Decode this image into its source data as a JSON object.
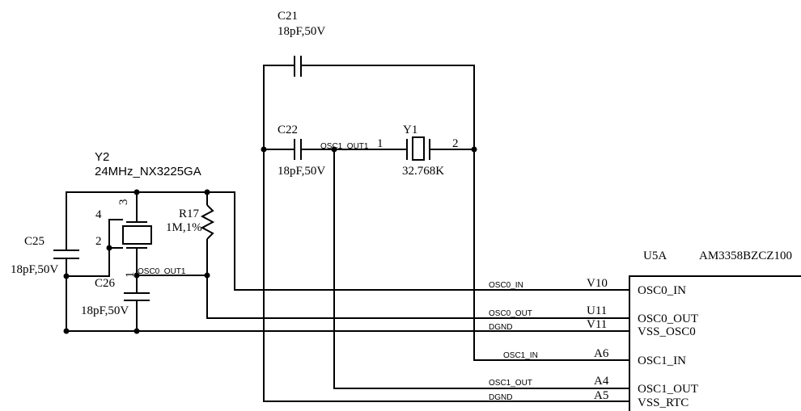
{
  "components": {
    "c21": {
      "ref": "C21",
      "value": "18pF,50V"
    },
    "c22": {
      "ref": "C22",
      "value": "18pF,50V"
    },
    "y1": {
      "ref": "Y1",
      "value": "32.768K",
      "pin1": "1",
      "pin2": "2"
    },
    "y2": {
      "ref": "Y2",
      "value": "24MHz_NX3225GA",
      "pin1": "1",
      "pin2": "2",
      "pin3": "3",
      "pin4": "4"
    },
    "r17": {
      "ref": "R17",
      "value": "1M,1%"
    },
    "c25": {
      "ref": "C25",
      "value": "18pF,50V"
    },
    "c26": {
      "ref": "C26",
      "value": "18pF,50V"
    },
    "u5a": {
      "ref": "U5A",
      "part": "AM3358BZCZ100"
    }
  },
  "nets": {
    "osc1_out1": "OSC1_OUT1",
    "osc0_out1": "OSC0_OUT1"
  },
  "ic_pins": [
    {
      "net": "OSC0_IN",
      "pin": "V10",
      "name": "OSC0_IN"
    },
    {
      "net": "OSC0_OUT",
      "pin": "U11",
      "name": "OSC0_OUT"
    },
    {
      "net": "DGND",
      "pin": "V11",
      "name": "VSS_OSC0"
    },
    {
      "net": "OSC1_IN",
      "pin": "A6",
      "name": "OSC1_IN"
    },
    {
      "net": "OSC1_OUT",
      "pin": "A4",
      "name": "OSC1_OUT"
    },
    {
      "net": "DGND",
      "pin": "A5",
      "name": "VSS_RTC"
    }
  ]
}
